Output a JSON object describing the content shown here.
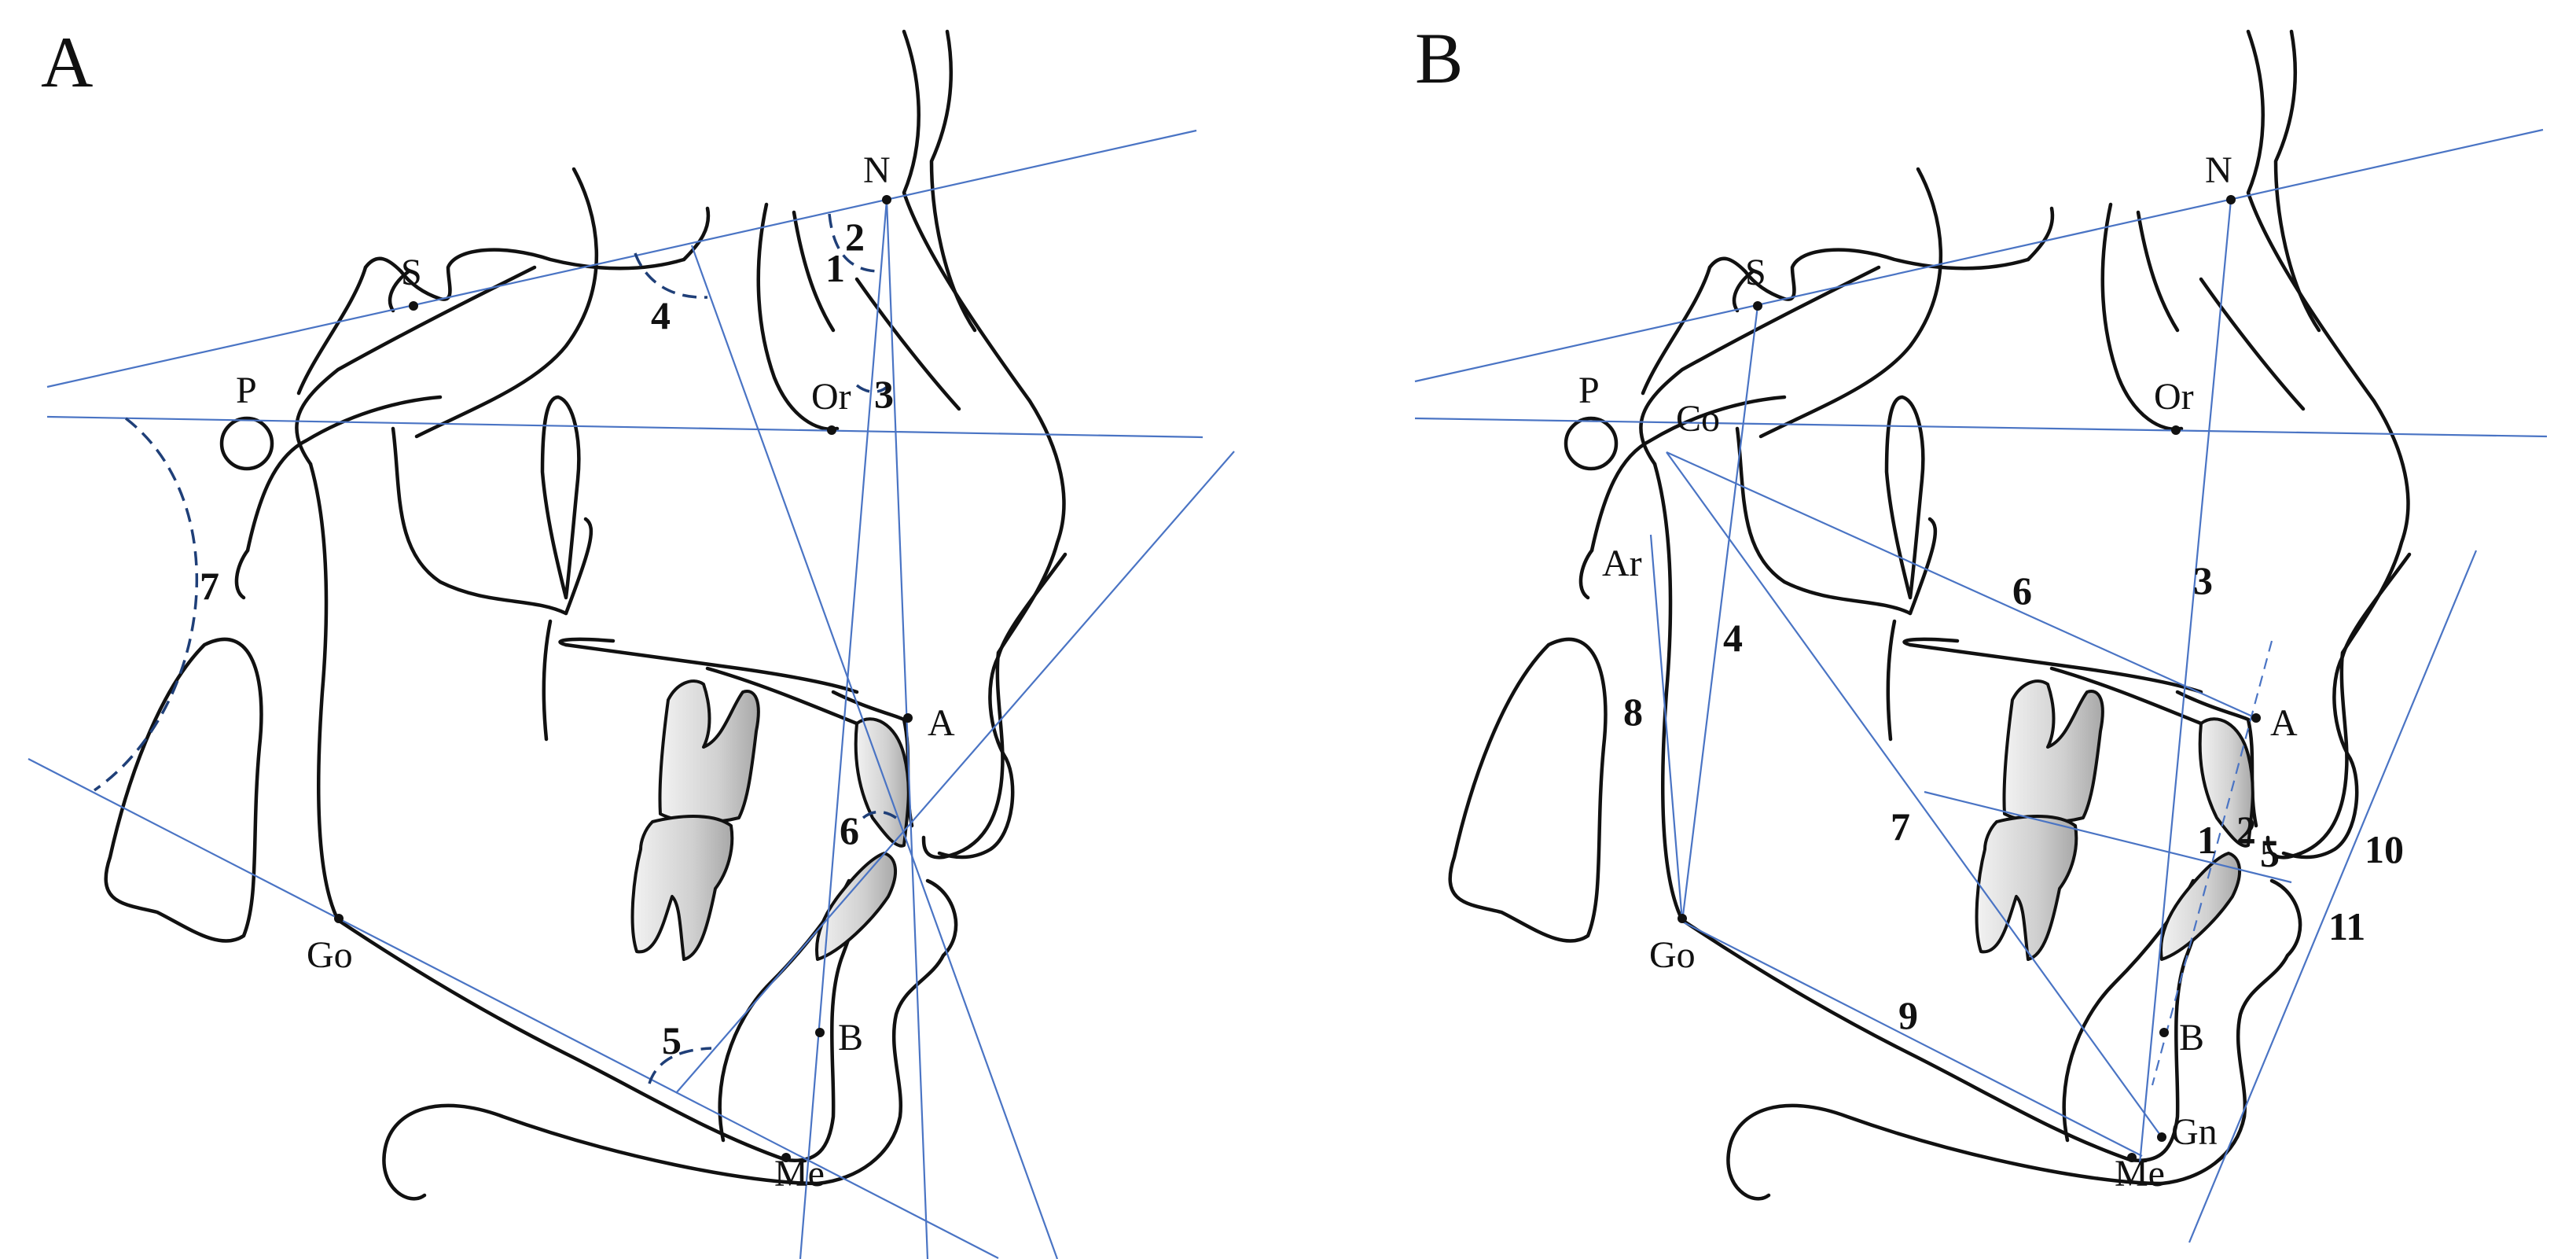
{
  "colors": {
    "reference_lines": "#4a74c4",
    "angle_arcs": "#1f3f78",
    "outlines": "#111111",
    "tooth_fill": "#cfcfcf"
  },
  "panels": [
    {
      "letter": "A",
      "landmarks": {
        "N": "N",
        "S": "S",
        "P": "P",
        "Or": "Or",
        "A": "A",
        "B": "B",
        "Go": "Go",
        "Me": "Me"
      },
      "measurements": [
        "1",
        "2",
        "3",
        "4",
        "5",
        "6",
        "7"
      ]
    },
    {
      "letter": "B",
      "landmarks": {
        "N": "N",
        "S": "S",
        "P": "P",
        "Co": "Co",
        "Or": "Or",
        "Ar": "Ar",
        "A": "A",
        "Go": "Go",
        "B": "B",
        "Gn": "Gn",
        "Me": "Me"
      },
      "measurements": [
        "1",
        "2",
        "3",
        "4",
        "5",
        "6",
        "7",
        "8",
        "9",
        "10",
        "11"
      ]
    }
  ]
}
